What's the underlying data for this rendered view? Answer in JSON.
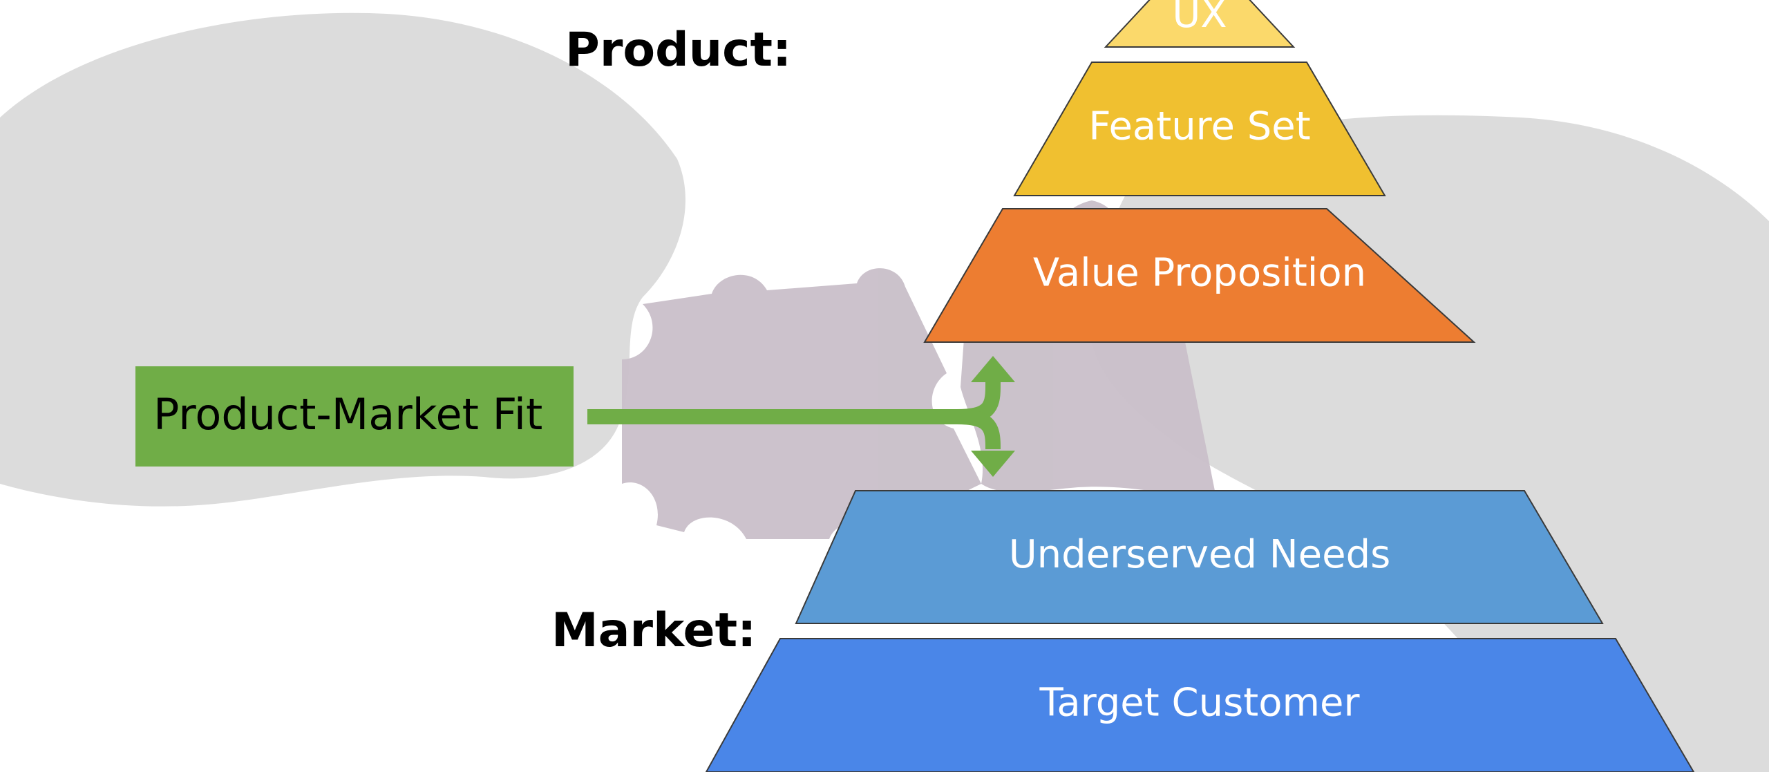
{
  "labels": {
    "product": "Product:",
    "market": "Market:",
    "fit": "Product-Market Fit"
  },
  "pyramid": {
    "tiers": [
      {
        "label": "UX",
        "color": "#FBD96B"
      },
      {
        "label": "Feature Set",
        "color": "#F0C030"
      },
      {
        "label": "Value Proposition",
        "color": "#ED7D31"
      },
      {
        "label": "Underserved Needs",
        "color": "#5B9BD5"
      },
      {
        "label": "Target Customer",
        "color": "#4A86E8"
      }
    ]
  },
  "colors": {
    "fit_box": "#70AD47",
    "connector": "#70AD47",
    "puzzle_piece": "#C9BFC9",
    "hands": "#D6D6D6"
  }
}
